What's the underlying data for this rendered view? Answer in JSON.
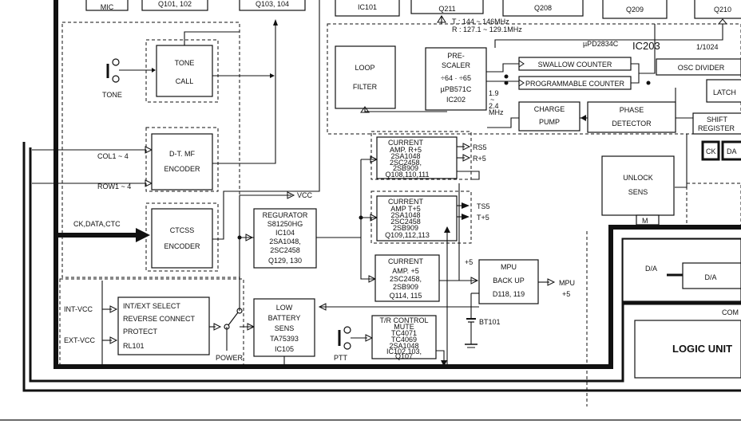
{
  "top_labels": {
    "mic": "MIC",
    "q101": "Q101, 102",
    "q103": "Q103, 104",
    "ic101": "IC101",
    "q211": "Q211",
    "q208": "Q208",
    "q209": "Q209",
    "q210": "Q210",
    "tx_freq": "T : 144 ~ 146MHz",
    "rx_freq": "R : 127.1 ~ 129.1MHz",
    "upd2834": "µPD2834C",
    "ic203": "IC203",
    "div1024": "1/1024",
    "ext_lattice": "LATCH",
    "ext_shift": "SHIFT",
    "ext_register": "REGISTER",
    "ext_ck": "CK",
    "ext_da": "DA"
  },
  "blocks": {
    "tone_call": [
      "TONE",
      "CALL"
    ],
    "tone_switch": "TONE",
    "dtmf_encoder": [
      "D-T. MF",
      "ENCODER"
    ],
    "ctcss_encoder": [
      "CTCSS",
      "ENCODER"
    ],
    "loop_filter": [
      "LOOP",
      "FILTER"
    ],
    "prescaler": [
      "PRE-",
      "SCALER",
      "÷64 · ÷65",
      "µPB571C",
      "IC202"
    ],
    "prescaler_freq": [
      "1.9",
      "~",
      "2.4",
      "MHz"
    ],
    "swallow_counter": "SWALLOW COUNTER",
    "programmable_counter": "PROGRAMMABLE COUNTER",
    "osc_divider": "OSC DIVIDER",
    "charge_pump": [
      "CHARGE",
      "PUMP"
    ],
    "phase_detector": [
      "PHASE",
      "DETECTOR"
    ],
    "unlock_sens": [
      "UNLOCK",
      "SENS"
    ],
    "regurator": [
      "REGURATOR",
      "S81250HG",
      "IC104",
      "2SA1048,",
      "2SC2458",
      "Q129, 130"
    ],
    "amp_r5": [
      "CURRENT",
      "AMP. R+5",
      "2SA1048",
      "2SC2458,",
      "2SB909",
      "Q108,110,111"
    ],
    "amp_t5": [
      "CURRENT",
      "AMP T+5",
      "2SA1048",
      "2SC2458",
      "2SB909",
      "Q109,112,113"
    ],
    "amp_5": [
      "CURRENT",
      "AMP. +5",
      "2SC2458,",
      "2SB909",
      "Q114, 115"
    ],
    "mpu_backup": [
      "MPU",
      "BACK UP",
      "D118, 119"
    ],
    "int_ext": [
      "INT/EXT SELECT",
      "REVERSE CONNECT",
      "PROTECT",
      "RL101"
    ],
    "low_battery": [
      "LOW",
      "BATTERY",
      "SENS",
      "TA75393",
      "IC105"
    ],
    "tr_control": [
      "T/R CONTROL",
      "MUTE",
      "TC4071",
      "TC4069",
      "2SA1048",
      "IC102,103,",
      "Q107"
    ],
    "da": "D/A",
    "logic_unit": "LOGIC UNIT",
    "com": "COM"
  },
  "signals": {
    "col": "COL1 ~ 4",
    "row": "ROW1 ~ 4",
    "ck_data_ctc": "CK,DATA,CTC",
    "vcc": "VCC",
    "rs5": "RS5",
    "r5": "R+5",
    "ts5": "TS5",
    "t5": "T+5",
    "plus5": "+5",
    "mpu5": [
      "MPU",
      "+5"
    ],
    "bt101": "BT101",
    "int_vcc": "INT-VCC",
    "ext_vcc": "EXT-VCC",
    "power": "POWER",
    "ptt": "PTT",
    "da_left": "D/A",
    "m": "M"
  }
}
